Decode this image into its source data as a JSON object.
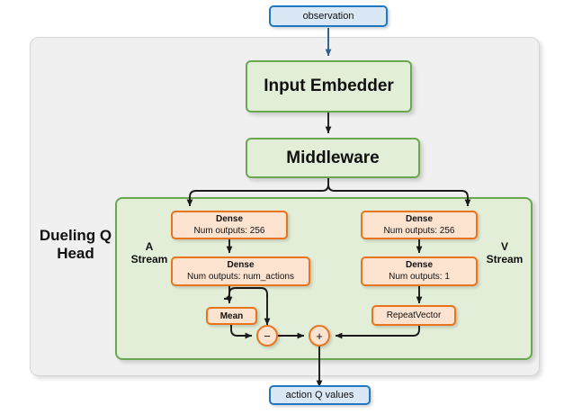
{
  "diagram": {
    "title_blocks": {
      "dueling_head_label": "Dueling Q\nHead",
      "a_stream_label": "A\nStream",
      "v_stream_label": "V\nStream"
    },
    "input": {
      "label": "observation"
    },
    "output": {
      "label": "action Q values"
    },
    "network": {
      "input_embedder": "Input Embedder",
      "middleware": "Middleware"
    },
    "a_stream": {
      "dense1_title": "Dense",
      "dense1_sub": "Num outputs: 256",
      "dense2_title": "Dense",
      "dense2_sub": "Num outputs: num_actions",
      "mean": "Mean",
      "subtract_op": "−"
    },
    "v_stream": {
      "dense1_title": "Dense",
      "dense1_sub": "Num outputs: 256",
      "dense2_title": "Dense",
      "dense2_sub": "Num outputs: 1",
      "repeat_vector": "RepeatVector"
    },
    "merge": {
      "add_op": "+"
    },
    "colors": {
      "io_fill": "#dae8f5",
      "io_border": "#1f78c1",
      "green_fill": "#e2eed8",
      "green_border": "#6aa84f",
      "orange_fill": "#fce3d0",
      "orange_border": "#e8741c",
      "panel_fill": "#f0f0f0",
      "panel_border": "#d5d5d5",
      "wire": "#1a1a1a"
    }
  }
}
